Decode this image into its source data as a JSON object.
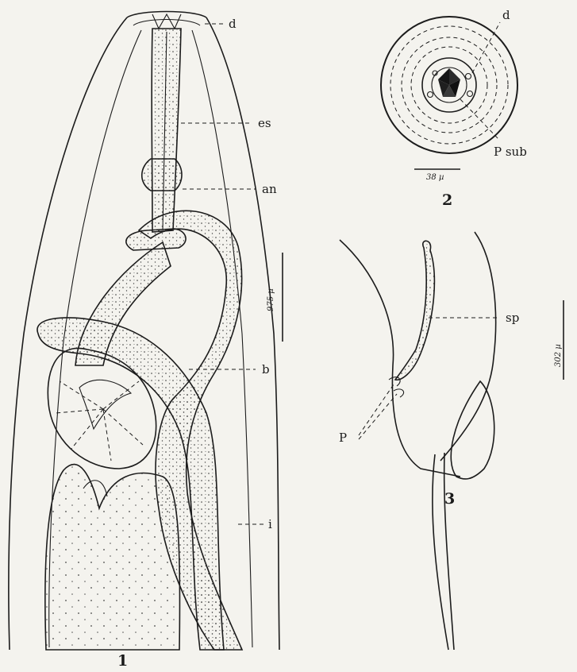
{
  "figure1": {
    "number": "1",
    "labels": {
      "d": "d",
      "es": "es",
      "an": "an",
      "b": "b",
      "i": "i"
    },
    "scale": {
      "text": "975 µ"
    }
  },
  "figure2": {
    "number": "2",
    "labels": {
      "d": "d",
      "p_sub": "P sub"
    },
    "scale": {
      "text": "38 µ"
    }
  },
  "figure3": {
    "number": "3",
    "labels": {
      "sp": "sp",
      "p": "P"
    },
    "scale": {
      "text": "302 µ"
    }
  }
}
